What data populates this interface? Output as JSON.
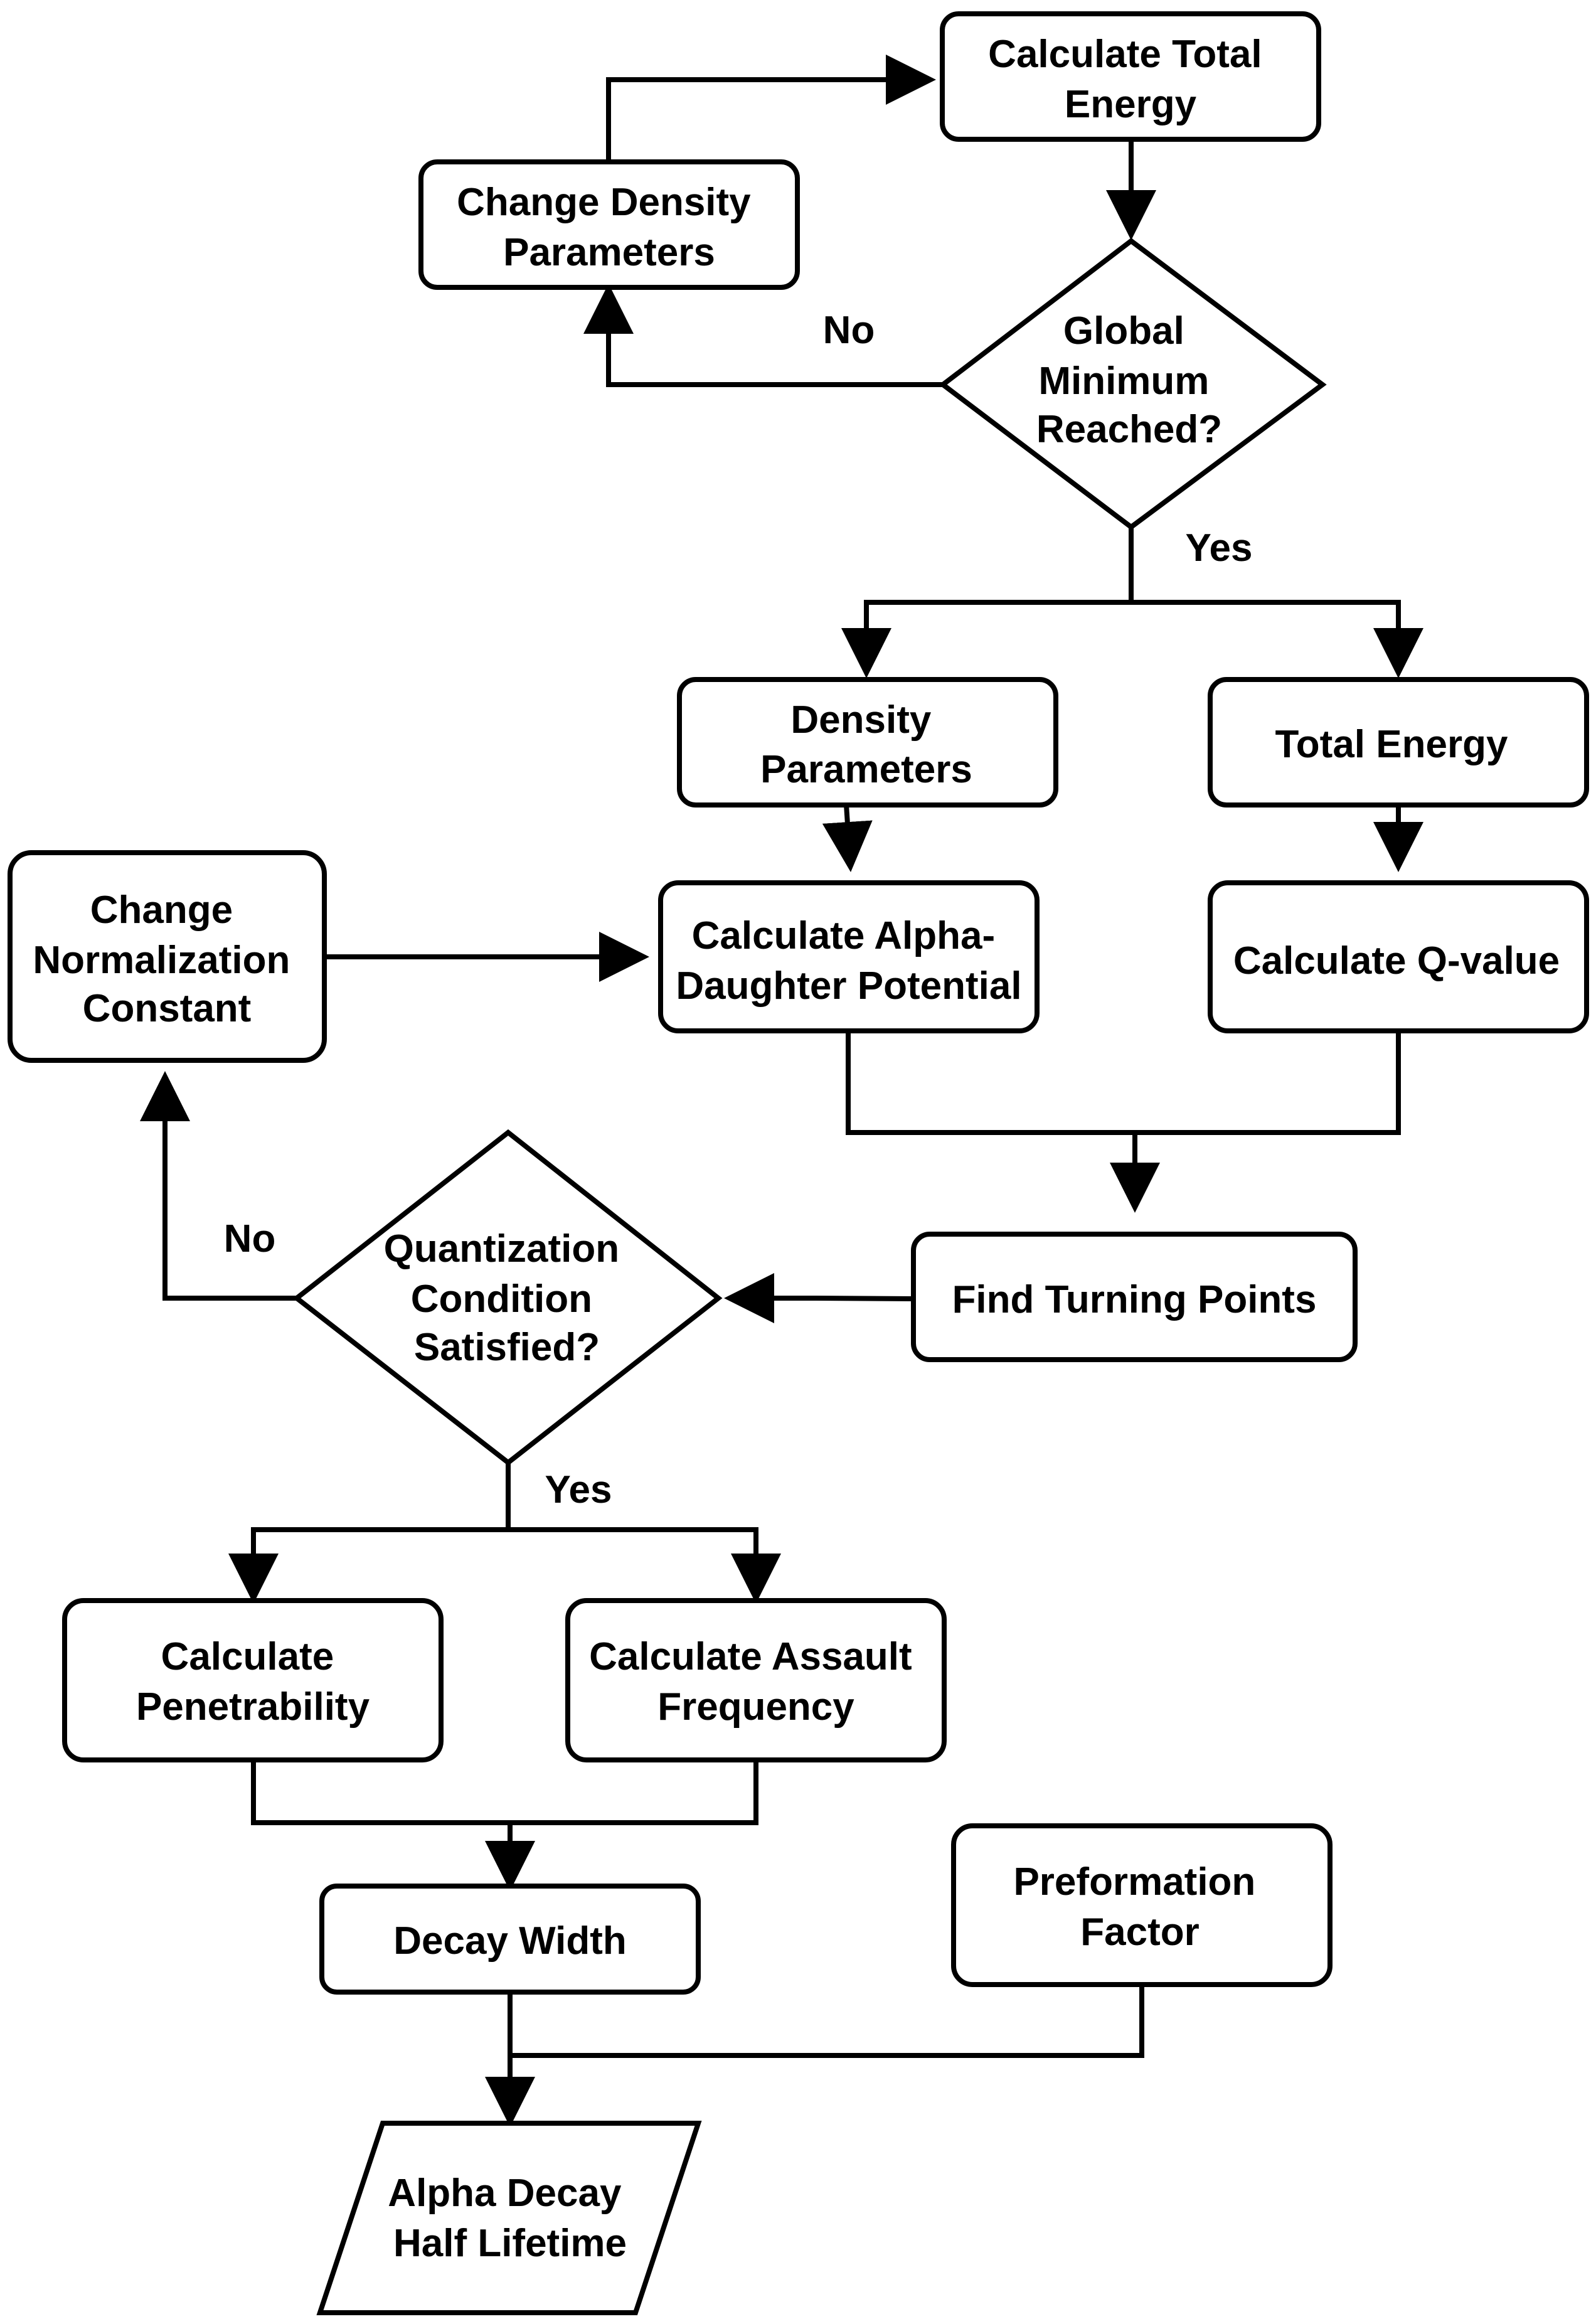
{
  "nodes": {
    "calc_total_energy": {
      "label": [
        "Calculate Total",
        "Energy"
      ]
    },
    "change_density": {
      "label": [
        "Change Density",
        "Parameters"
      ]
    },
    "global_minimum": {
      "label": [
        "Global",
        "Minimum",
        "Reached?"
      ]
    },
    "density_params": {
      "label": [
        "Density",
        "Parameters"
      ]
    },
    "total_energy": {
      "label": [
        "Total Energy"
      ]
    },
    "change_norm": {
      "label": [
        "Change",
        "Normalization",
        "Constant"
      ]
    },
    "calc_alpha": {
      "label": [
        "Calculate Alpha-",
        "Daughter Potential"
      ]
    },
    "calc_q": {
      "label": [
        "Calculate Q-value"
      ]
    },
    "turning_points": {
      "label": [
        "Find Turning Points"
      ]
    },
    "quantization": {
      "label": [
        "Quantization",
        "Condition",
        "Satisfied?"
      ]
    },
    "penetrability": {
      "label": [
        "Calculate",
        "Penetrability"
      ]
    },
    "assault": {
      "label": [
        "Calculate Assault",
        "Frequency"
      ]
    },
    "decay_width": {
      "label": [
        "Decay Width"
      ]
    },
    "preformation": {
      "label": [
        "Preformation",
        "Factor"
      ]
    },
    "half_lifetime": {
      "label": [
        "Alpha Decay",
        "Half Lifetime"
      ]
    }
  },
  "edge_labels": {
    "global_no": "No",
    "global_yes": "Yes",
    "quant_no": "No",
    "quant_yes": "Yes"
  }
}
